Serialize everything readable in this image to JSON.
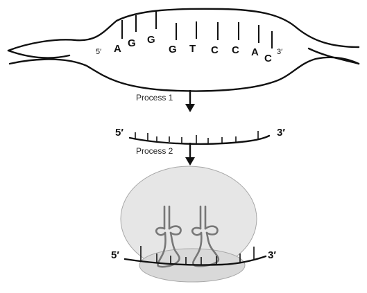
{
  "dna_template": {
    "five_prime": "5′",
    "three_prime": "3′",
    "bases": [
      "A",
      "G",
      "G",
      "G",
      "T",
      "C",
      "C",
      "A",
      "C"
    ]
  },
  "process_1_label": "Process 1",
  "mrna": {
    "five_prime": "5′",
    "three_prime": "3′"
  },
  "process_2_label": "Process 2",
  "ribosome_complex": {
    "five_prime": "5′",
    "three_prime": "3′"
  }
}
